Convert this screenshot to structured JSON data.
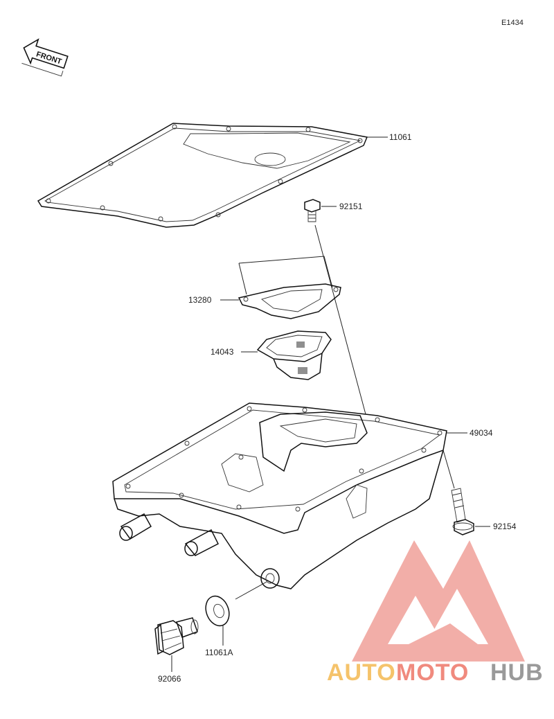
{
  "diagram": {
    "ref_code": "E1434",
    "front_label": "FRONT",
    "parts": [
      {
        "id": "gasket",
        "number": "11061"
      },
      {
        "id": "bolt-small",
        "number": "92151"
      },
      {
        "id": "plate-gasket",
        "number": "13280"
      },
      {
        "id": "strainer",
        "number": "14043"
      },
      {
        "id": "oil-pan",
        "number": "49034"
      },
      {
        "id": "bolt-flange",
        "number": "92154"
      },
      {
        "id": "washer",
        "number": "11061A"
      },
      {
        "id": "drain-plug",
        "number": "92066"
      }
    ]
  },
  "watermark": {
    "word_1": "AUTO",
    "word_2": "MOTO",
    "word_3": "HUB",
    "colors": {
      "triangle": "#f0a09a",
      "auto": "#f5c36b",
      "moto": "#f08a7e",
      "hub": "#9a9a9a"
    }
  }
}
